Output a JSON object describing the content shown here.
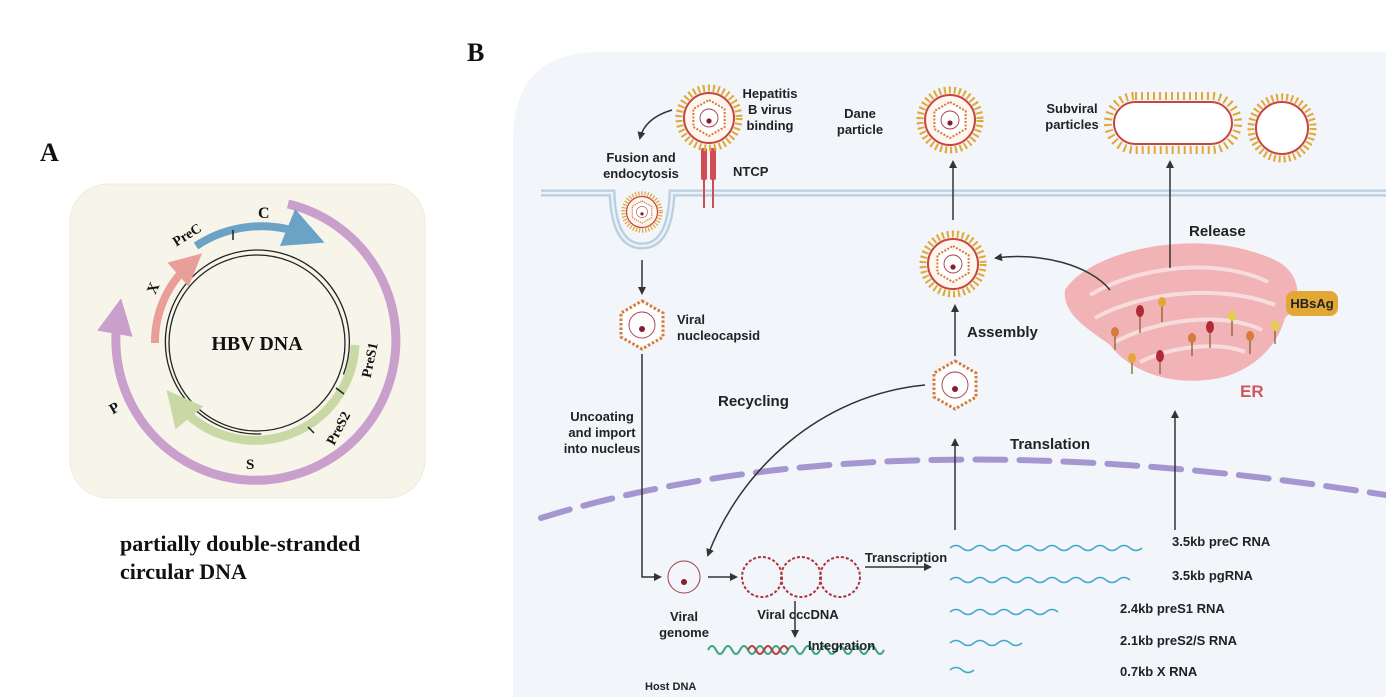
{
  "panelA": {
    "letter": "A",
    "center_label": "HBV DNA",
    "segments": {
      "prec": "PreC",
      "c": "C",
      "x": "X",
      "p": "P",
      "s": "S",
      "pres1": "PreS1",
      "pres2": "PreS2"
    },
    "caption_line1": "partially double-stranded",
    "caption_line2": "circular DNA"
  },
  "panelB": {
    "letter": "B",
    "hbv_binding": [
      "Hepatitis",
      "B virus",
      "binding"
    ],
    "fusion": [
      "Fusion and",
      "endocytosis"
    ],
    "ntcp": "NTCP",
    "dane": [
      "Dane",
      "particle"
    ],
    "subviral": [
      "Subviral",
      "particles"
    ],
    "release": "Release",
    "hbsag": "HBsAg",
    "er": "ER",
    "assembly": "Assembly",
    "viral_nucleocapsid": [
      "Viral",
      "nucleocapsid"
    ],
    "recycling": "Recycling",
    "translation": "Translation",
    "uncoating": [
      "Uncoating",
      "and import",
      "into nucleus"
    ],
    "transcription": "Transcription",
    "viral_genome": [
      "Viral",
      "genome"
    ],
    "viral_cccdna": "Viral cccDNA",
    "integration": "Integration",
    "host_dna": "Host DNA",
    "rnas": [
      "3.5kb preC RNA",
      "3.5kb pgRNA",
      "2.4kb preS1 RNA",
      "2.1kb preS2/S RNA",
      "0.7kb X RNA"
    ]
  },
  "colors": {
    "membrane": "#b9cfe0",
    "nucleus_dash": "#a596cf",
    "er": "#f1b3b5",
    "rna": "#3fa7c6",
    "hbsag_badge": "#e3a736",
    "arrow_c": "#6aa3c5",
    "arrow_p": "#c9a0cc",
    "arrow_s": "#c9d9a6",
    "arrow_x": "#ea9e99"
  }
}
